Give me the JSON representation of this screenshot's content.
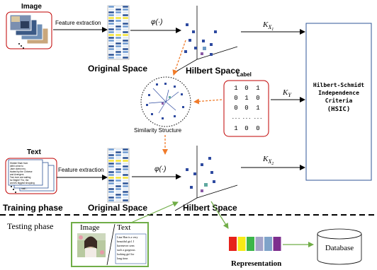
{
  "labels": {
    "image": "Image",
    "text": "Text",
    "feature_extraction_top": "Feature extraction",
    "feature_extraction_bottom": "Feature extraction",
    "phi_top": "φ(·)",
    "phi_bottom": "φ(·)",
    "original_space_top": "Original Space",
    "original_space_bottom": "Original Space",
    "hilbert_space_top": "Hilbert Space",
    "hilbert_space_bottom": "Hilbert Space",
    "kx1": "K",
    "kx1_sub": "X",
    "kx1_subsub": "1",
    "ky": "K",
    "ky_sub": "Y",
    "kx2": "K",
    "kx2_sub": "X",
    "kx2_subsub": "2",
    "label": "Label",
    "similarity_structure": "Similarity Structure",
    "training_phase": "Training phase",
    "testing_phase": "Testing phase",
    "test_image": "Image",
    "test_text": "Text",
    "representation": "Representation",
    "database": "Database"
  },
  "hsic_lines": [
    "Hilbert-Schmidt",
    "Independence",
    "Criteria",
    "(HSIC)"
  ],
  "label_matrix": [
    [
      "1",
      "0",
      "1"
    ],
    [
      "0",
      "1",
      "0"
    ],
    [
      "0",
      "0",
      "1"
    ],
    [
      "...",
      "...",
      "..."
    ],
    [
      "1",
      "0",
      "0"
    ]
  ],
  "test_caption_lines": [
    "Lina Han is a very",
    "beautiful girl. I",
    "havenever seen",
    "such a gorgeous",
    "looking girl for",
    "long time."
  ],
  "doc_text_lines": [
    "Shefali Shah from",
    "delhi crime to",
    "Jane doesn mo-",
    "tivated by the Chinese",
    "and Avengers",
    "Tom ever are waiting",
    "for Bright? For, the",
    "world's biggest shopping",
    "mall..."
  ],
  "colors": {
    "orange_arrow": "#f07b2a",
    "green_frame": "#70ad47",
    "hsic_border": "#2f5597",
    "representation": [
      "#e6221b",
      "#f7ea16",
      "#3cb64a",
      "#a3a3c8",
      "#7fa3c9",
      "#7d2f8e"
    ]
  }
}
